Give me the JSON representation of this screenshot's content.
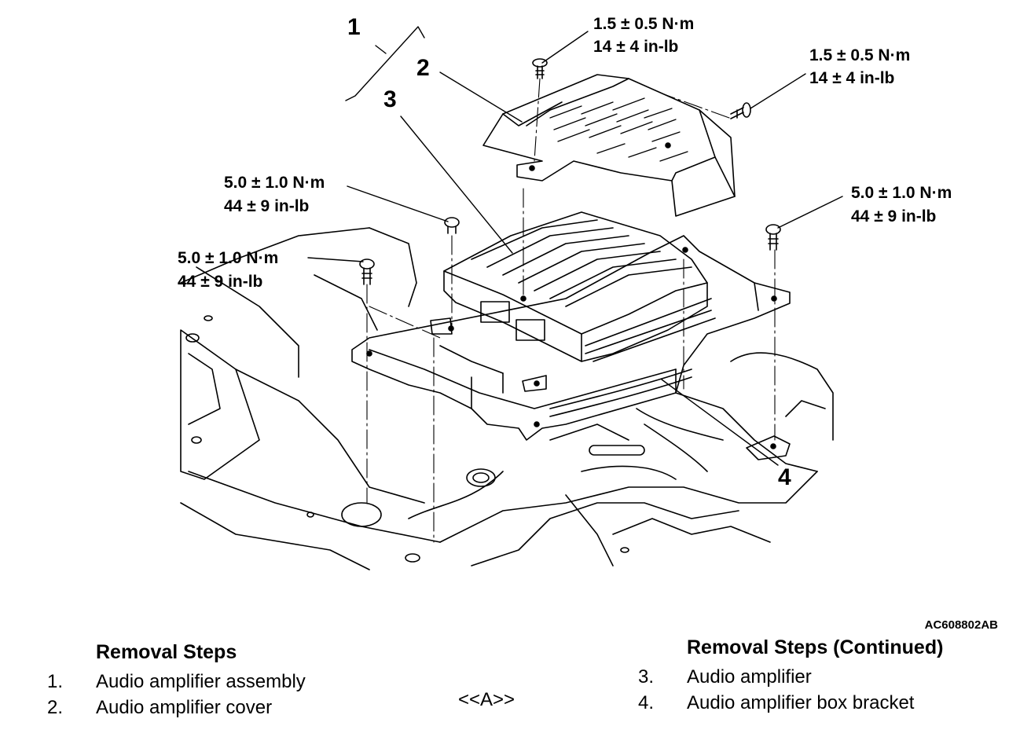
{
  "torque_labels": {
    "cover_top": {
      "nm": "1.5 ± 0.5 N·m",
      "inlb": "14 ± 4 in-lb"
    },
    "cover_right": {
      "nm": "1.5 ± 0.5 N·m",
      "inlb": "14 ± 4 in-lb"
    },
    "amp_left_upper": {
      "nm": "5.0 ± 1.0 N·m",
      "inlb": "44 ± 9 in-lb"
    },
    "amp_left_lower": {
      "nm": "5.0 ± 1.0 N·m",
      "inlb": "44 ± 9 in-lb"
    },
    "bracket_right": {
      "nm": "5.0 ± 1.0 N·m",
      "inlb": "44 ± 9 in-lb"
    }
  },
  "callouts": [
    "1",
    "2",
    "3",
    "4"
  ],
  "figure_code": "AC608802AB",
  "removal_steps": {
    "title": "Removal Steps",
    "items": [
      {
        "num": "1.",
        "label": "Audio amplifier assembly"
      },
      {
        "num": "2.",
        "label": "Audio amplifier cover"
      }
    ]
  },
  "removal_steps_continued": {
    "title": "Removal Steps (Continued)",
    "items": [
      {
        "num": "3.",
        "label": "Audio amplifier"
      },
      {
        "num": "4.",
        "label": "Audio amplifier box bracket"
      }
    ]
  },
  "note_ref": "<<A>>"
}
